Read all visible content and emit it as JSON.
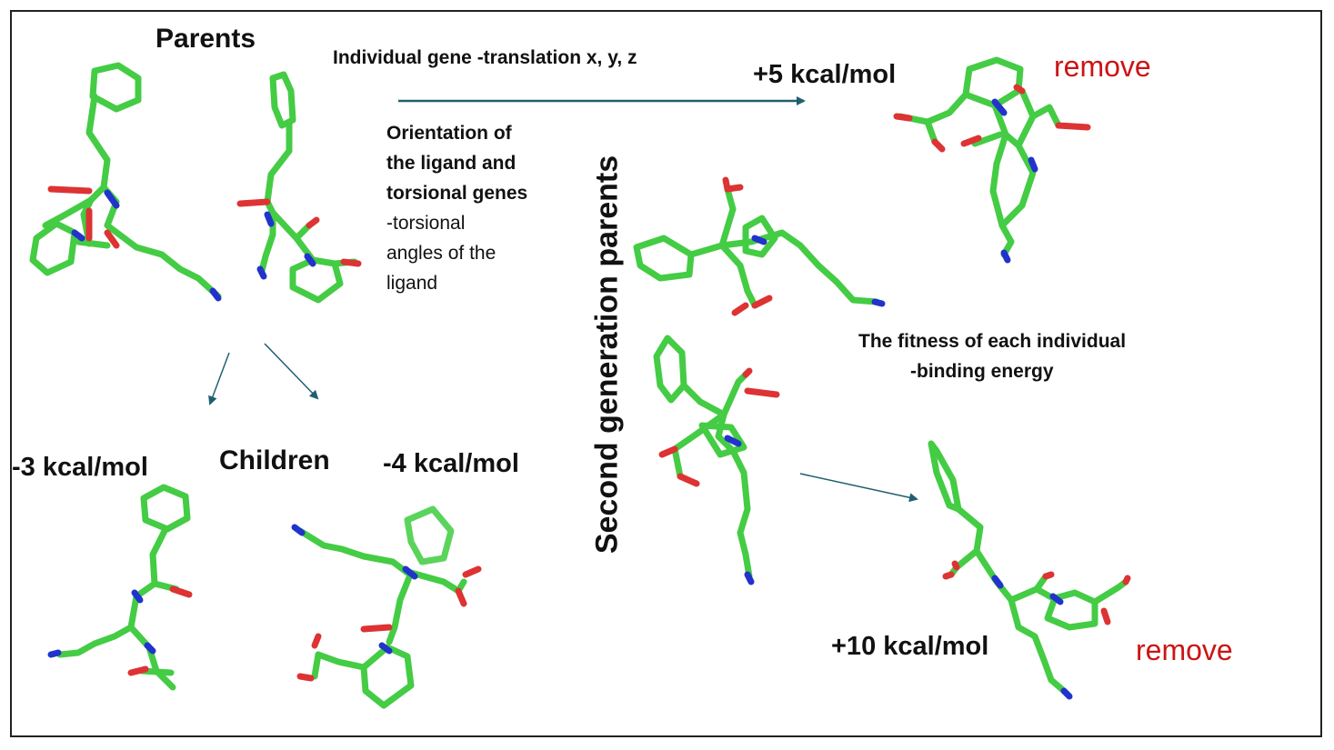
{
  "labels": {
    "parents": "Parents",
    "children": "Children",
    "individual_gene": "Individual gene  -translation x, y, z",
    "orientation_bold_1": "Orientation of",
    "orientation_bold_2": "the ligand and",
    "orientation_bold_3": "torsional genes",
    "orientation_plain_1": "-torsional",
    "orientation_plain_2": "angles of the",
    "orientation_plain_3": "ligand",
    "second_generation": "Second generation parents",
    "fitness_1": "The fitness of each individual",
    "fitness_2": "-binding energy",
    "energy_child_left": "-3 kcal/mol",
    "energy_child_right": "-4 kcal/mol",
    "energy_top_right": "+5 kcal/mol",
    "energy_bottom_right": "+10 kcal/mol",
    "remove_top": "remove",
    "remove_bottom": "remove"
  },
  "colors": {
    "carbon": "#44cc44",
    "carbon_dark": "#2f9a2f",
    "nitrogen": "#2233cc",
    "oxygen": "#dd3333",
    "arrow": "#1f5f6f",
    "remove_text": "#cc1414"
  },
  "icons": {
    "molecule": "stick-model-ligand-icon",
    "arrow": "arrow-icon"
  }
}
